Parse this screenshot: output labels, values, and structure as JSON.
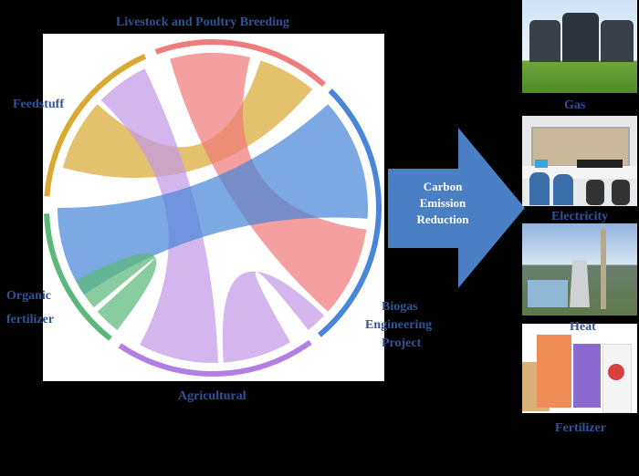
{
  "nodes": {
    "livestock": {
      "label": "Livestock and Poultry Breeding",
      "color": "#f07b7b"
    },
    "feedstuff": {
      "label": "Feedstuff",
      "color": "#d9a933"
    },
    "organic": {
      "label_line1": "Organic",
      "label_line2": "fertilizer",
      "color": "#5cb87a"
    },
    "biogas": {
      "label_line1": "Biogas",
      "label_line2": "Engineering",
      "label_line3": "Project",
      "color": "#4a86d8"
    },
    "agricultural": {
      "label": "Agricultural",
      "color": "#b37fe3"
    }
  },
  "flows": [
    {
      "from": "feedstuff",
      "to": "livestock",
      "color": "#d9a933"
    },
    {
      "from": "feedstuff",
      "to": "agricultural",
      "color": "#c29ae8"
    },
    {
      "from": "livestock",
      "to": "biogas",
      "color": "#f07b7b"
    },
    {
      "from": "biogas",
      "to": "organic",
      "color": "#4a86d8"
    },
    {
      "from": "organic",
      "to": "organic",
      "color": "#5cb87a"
    },
    {
      "from": "agricultural",
      "to": "biogas",
      "color": "#c29ae8"
    }
  ],
  "arrow": {
    "line1": "Carbon",
    "line2": "Emission",
    "line3": "Reduction",
    "color": "#4a7fc4"
  },
  "outputs": {
    "gas": "Gas",
    "electricity": "Electricity",
    "heat": "Heat",
    "fertilizer": "Fertilizer"
  }
}
